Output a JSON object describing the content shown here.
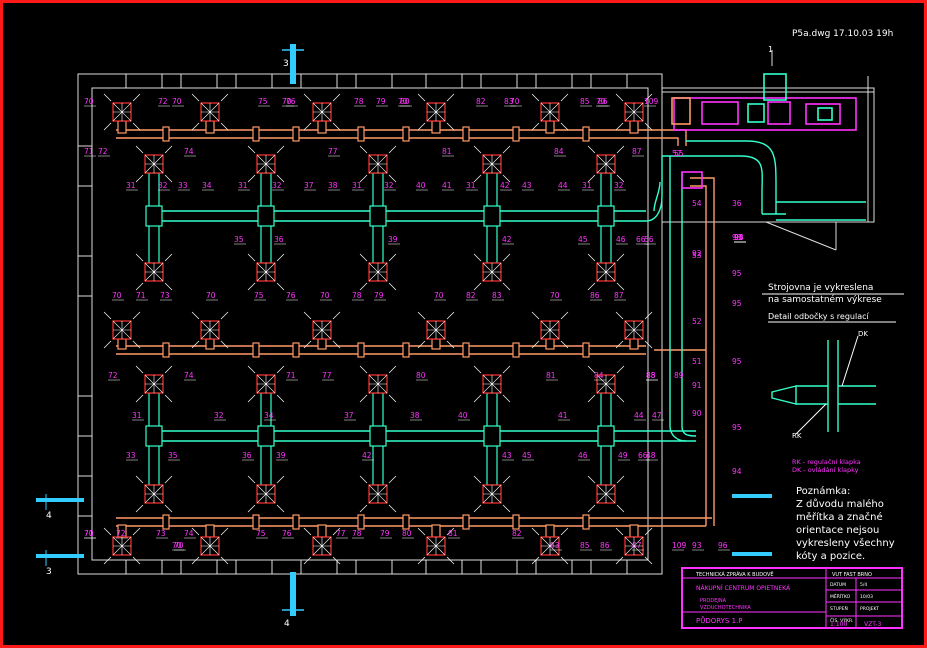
{
  "header": {
    "file_info": "P5a.dwg   17.10.03 19h"
  },
  "section_markers": {
    "top_left": "3",
    "bottom_left": "4",
    "left_upper": "4",
    "left_lower": "3",
    "right": "1"
  },
  "notes": {
    "machine_room_line1": "Strojovna je vykreslena",
    "machine_room_line2": "na samostatném výkrese",
    "detail_title": "Detail odbočky s regulací",
    "detail_label_rk": "RK",
    "detail_label_dk": "DK",
    "legend_rk": "RK - regulační klapka",
    "legend_dk": "DK - ovládání klapky",
    "remark_title": "Poznámka:",
    "remark_lines": [
      "Z důvodu malého",
      "měřítka a značné",
      "orientace nejsou",
      "vykresleny všechny",
      "kóty a pozice."
    ]
  },
  "title_block": {
    "school_label": "TECHNICKÁ ZPRÁVA K BUDOVĚ",
    "school_value": "VUT FAST BRNO",
    "project_label": "NÁKUPNÍ CENTRUM OPIETNEKÁ",
    "subproject_line1": "PRODEJNA",
    "subproject_line2": "VZDUCHOTECHNIKA",
    "drawing_title": "PŮDORYS 1.P",
    "field_labels": [
      "DATUM",
      "MĚŘÍTKO",
      "STUPEŇ",
      "ČÍS. VÝKR."
    ],
    "field_values": [
      "5/4",
      "10/03",
      "PROJEKT",
      "1"
    ],
    "scale": "1:100",
    "sheet": "VZT-3"
  },
  "position_labels": {
    "top_supply": [
      "70",
      "72",
      "70",
      "75",
      "76",
      "70",
      "78",
      "79",
      "70",
      "80",
      "82",
      "83",
      "70",
      "85",
      "86",
      "70",
      "109"
    ],
    "top_supply_lower": [
      "71",
      "72",
      "74",
      "77",
      "81",
      "84",
      "87"
    ],
    "return_upper": [
      "31",
      "32",
      "33",
      "34",
      "31",
      "32",
      "37",
      "38",
      "31",
      "32",
      "40",
      "41",
      "31",
      "42",
      "43",
      "44",
      "31",
      "32",
      "56",
      "35",
      "36",
      "39",
      "42",
      "45",
      "46",
      "66"
    ],
    "middle_supply": [
      "70",
      "71",
      "73",
      "70",
      "75",
      "76",
      "70",
      "78",
      "79",
      "70",
      "82",
      "83",
      "70",
      "86",
      "87",
      "71",
      "72",
      "74",
      "77",
      "80",
      "81",
      "84",
      "85",
      "88"
    ],
    "return_lower": [
      "31",
      "32",
      "34",
      "37",
      "38",
      "40",
      "41",
      "44",
      "47",
      "33",
      "35",
      "36",
      "39",
      "42",
      "43",
      "45",
      "46",
      "49",
      "66",
      "48"
    ],
    "bottom_supply": [
      "71",
      "70",
      "72",
      "73",
      "74",
      "75",
      "76",
      "77",
      "78",
      "79",
      "80",
      "81",
      "82",
      "83",
      "85",
      "86",
      "87",
      "109",
      "93",
      "96",
      "70",
      "70"
    ],
    "riser_labels": [
      "93",
      "95",
      "95",
      "95",
      "95",
      "94",
      "89",
      "90",
      "91",
      "92",
      "51",
      "52",
      "53",
      "54",
      "55",
      "57",
      "36"
    ]
  }
}
